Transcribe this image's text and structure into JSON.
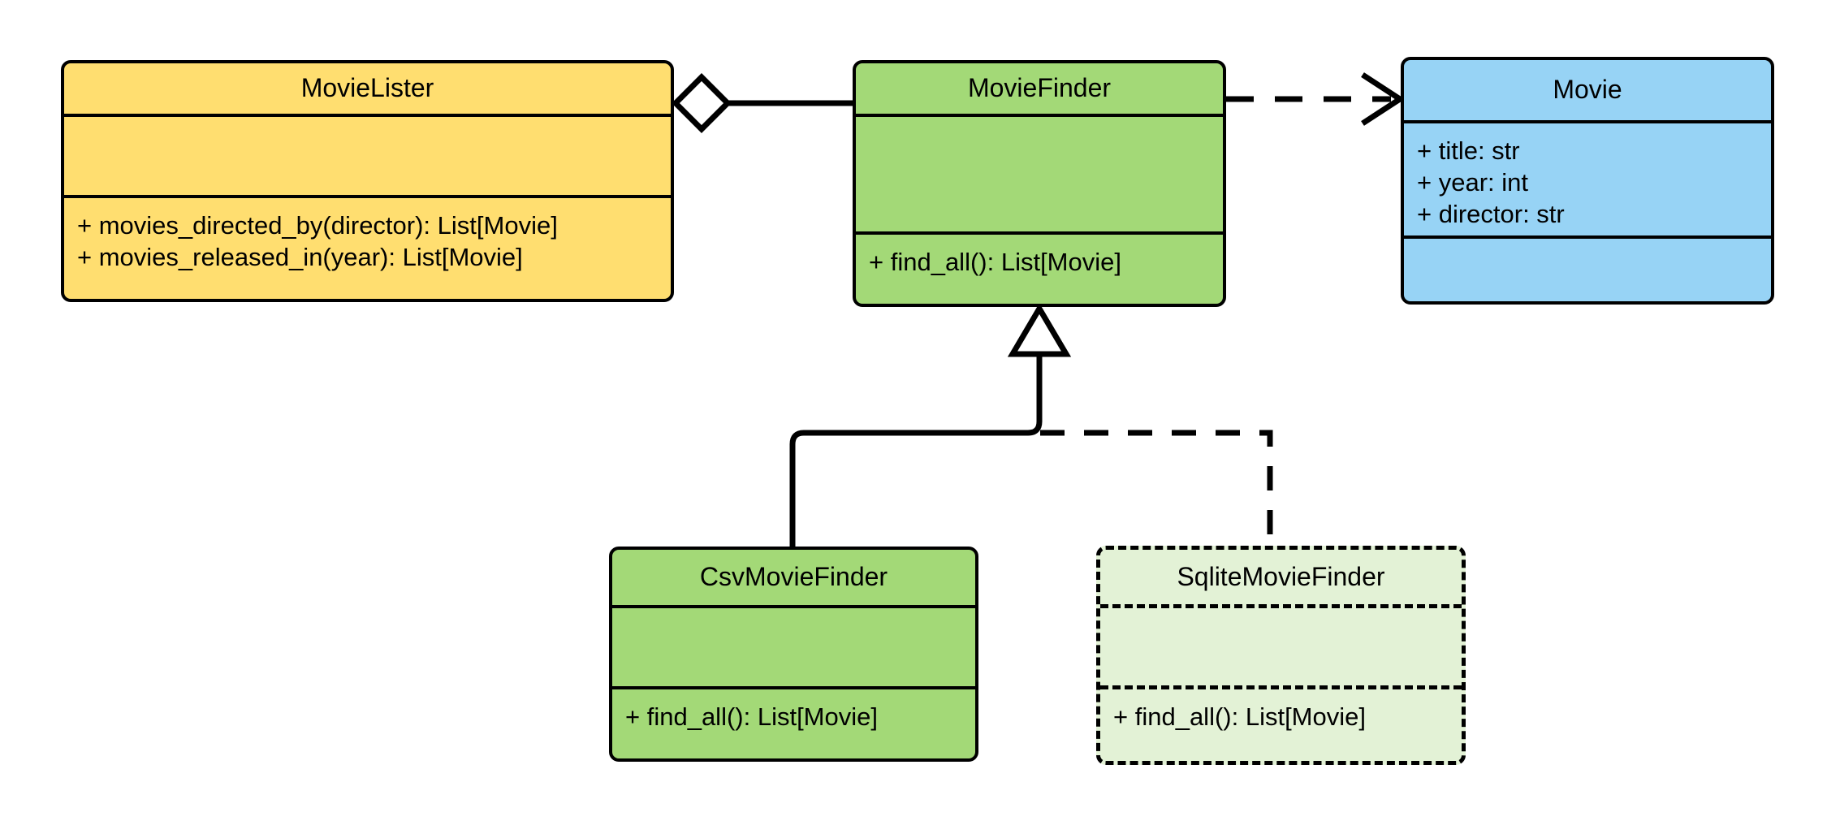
{
  "diagram": {
    "kind": "uml-class-diagram",
    "title": "",
    "background": "#FFFFFF",
    "line_color": "#000000"
  },
  "palette": {
    "yellow": "#FFDE70",
    "green": "#A3D977",
    "blue": "#97D3F5",
    "pale_green": "#E3F2D6",
    "stroke": "#000000"
  },
  "classes": [
    {
      "id": "movielister",
      "name": "MovieLister",
      "fill": "#FFDE70",
      "style": "solid",
      "attributes": [],
      "operations": [
        "+ movies_directed_by(director): List[Movie]",
        "+ movies_released_in(year): List[Movie]"
      ]
    },
    {
      "id": "moviefinder",
      "name": "MovieFinder",
      "fill": "#A3D977",
      "style": "solid",
      "attributes": [],
      "operations": [
        "+ find_all(): List[Movie]"
      ]
    },
    {
      "id": "movie",
      "name": "Movie",
      "fill": "#97D3F5",
      "style": "solid",
      "attributes": [
        "+ title: str",
        "+ year: int",
        "+ director: str"
      ],
      "operations": []
    },
    {
      "id": "csvmoviefinder",
      "name": "CsvMovieFinder",
      "fill": "#A3D977",
      "style": "solid",
      "attributes": [],
      "operations": [
        "+ find_all(): List[Movie]"
      ]
    },
    {
      "id": "sqlitemoviefinder",
      "name": "SqliteMovieFinder",
      "fill": "#E3F2D6",
      "style": "dashed",
      "attributes": [],
      "operations": [
        "+ find_all(): List[Movie]"
      ]
    }
  ],
  "relationships": [
    {
      "id": "movielister-aggregates-moviefinder",
      "type": "aggregation",
      "source": "movielister",
      "target": "moviefinder",
      "line": "solid",
      "source_marker": "hollow-diamond",
      "target_marker": "none",
      "label": ""
    },
    {
      "id": "moviefinder-depends-movie",
      "type": "dependency",
      "source": "moviefinder",
      "target": "movie",
      "line": "dashed",
      "source_marker": "none",
      "target_marker": "open-arrow",
      "label": ""
    },
    {
      "id": "csvmoviefinder-inherits-moviefinder",
      "type": "generalization",
      "source": "csvmoviefinder",
      "target": "moviefinder",
      "line": "solid",
      "source_marker": "none",
      "target_marker": "hollow-triangle",
      "label": ""
    },
    {
      "id": "sqlitemoviefinder-realizes-moviefinder",
      "type": "realization",
      "source": "sqlitemoviefinder",
      "target": "moviefinder",
      "line": "dashed",
      "source_marker": "none",
      "target_marker": "hollow-triangle",
      "label": ""
    }
  ]
}
